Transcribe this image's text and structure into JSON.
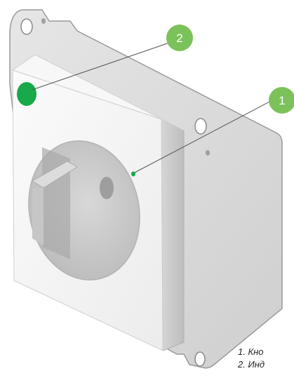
{
  "diagram": {
    "callouts": [
      {
        "number": "1",
        "target": "indicator-led"
      },
      {
        "number": "2",
        "target": "button"
      }
    ],
    "legend": [
      {
        "text": "1. Кно"
      },
      {
        "text": "2. Инд"
      }
    ],
    "colors": {
      "callout_fill": "#7cc25a",
      "led_green": "#18a94a",
      "leader_line": "#555555",
      "frame_metal": "#d9d9d9",
      "body_white": "#f4f4f4",
      "socket_cavity": "#c9c9c9"
    }
  }
}
